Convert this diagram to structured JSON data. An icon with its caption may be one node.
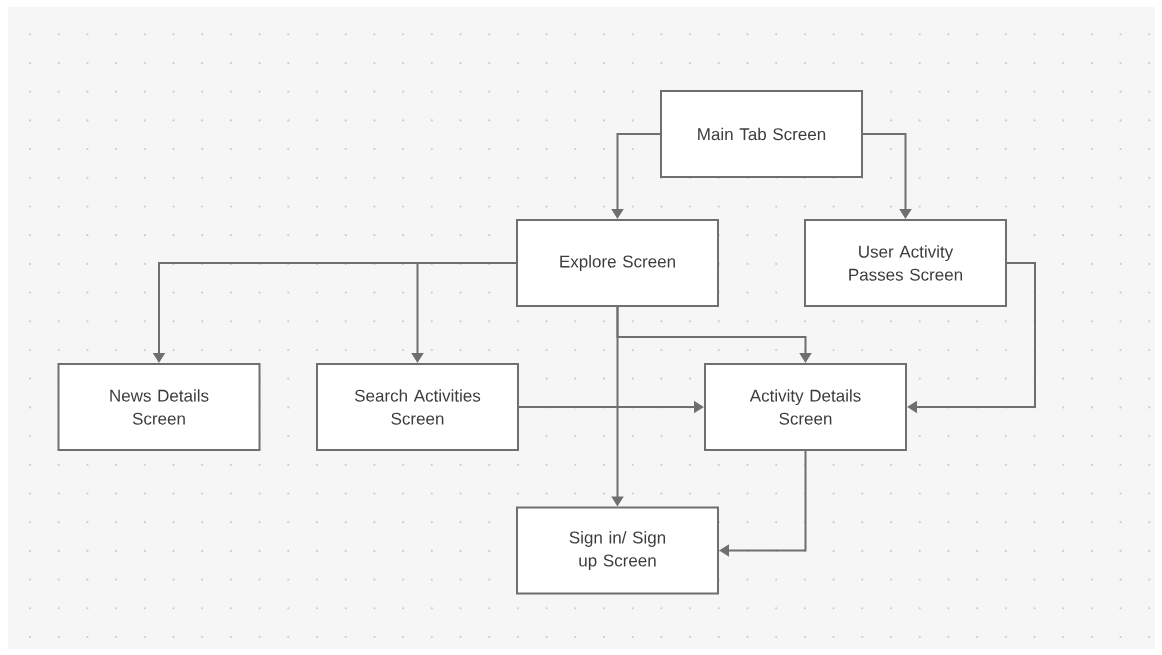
{
  "diagram": {
    "nodes": [
      {
        "text": [
          "Main Tab Screen"
        ]
      },
      {
        "text": [
          "Explore Screen"
        ]
      },
      {
        "text": [
          "User Activity Passes Screen"
        ]
      },
      {
        "text": [
          "News Details Screen"
        ]
      },
      {
        "text": [
          "Search Activities Screen"
        ]
      },
      {
        "text": [
          "Activity Details Screen"
        ]
      },
      {
        "text": [
          "Sign in/ Sign up Screen"
        ]
      }
    ],
    "edges": [
      {
        "from": 0,
        "to": 1,
        "arrow": "to"
      },
      {
        "from": 0,
        "to": 2,
        "arrow": "to"
      },
      {
        "from": 1,
        "to": 3,
        "arrow": "to"
      },
      {
        "from": 1,
        "to": 4,
        "arrow": "to"
      },
      {
        "from": 1,
        "to": 5,
        "arrow": "to"
      },
      {
        "from": 1,
        "to": 6,
        "arrow": "to"
      },
      {
        "from": 4,
        "to": 5,
        "arrow": "to"
      },
      {
        "from": 2,
        "to": 5,
        "arrow": "to"
      },
      {
        "from": 5,
        "to": 6,
        "arrow": "to"
      }
    ]
  }
}
